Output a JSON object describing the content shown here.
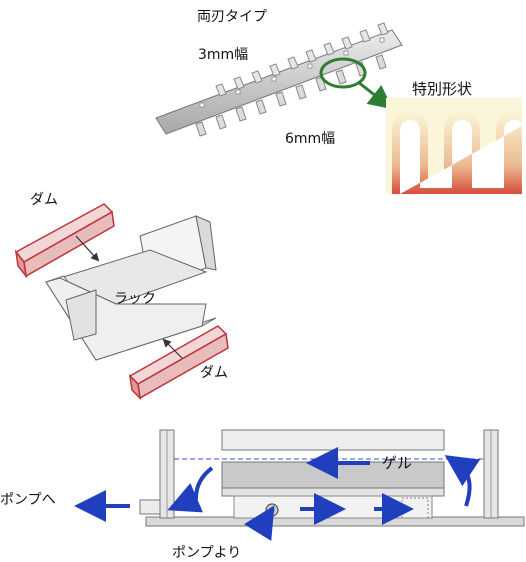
{
  "labels": {
    "double_blade": "両刃タイプ",
    "width_3mm": "3mm幅",
    "width_6mm": "6mm幅",
    "special_shape": "特別形状",
    "dam_top": "ダム",
    "rack": "ラック",
    "dam_bottom": "ダム",
    "gel": "ゲル",
    "to_pump": "ポンプへ",
    "from_pump": "ポンプより"
  },
  "colors": {
    "dam_red": "#c0323a",
    "flow_arrow_blue": "#1f3fbf",
    "callout_green": "#2f7d32",
    "comb_gray": "#b5b5b5",
    "shape_gradient_red": "#d23a2a",
    "shape_gradient_cream": "#f8f0c8"
  }
}
